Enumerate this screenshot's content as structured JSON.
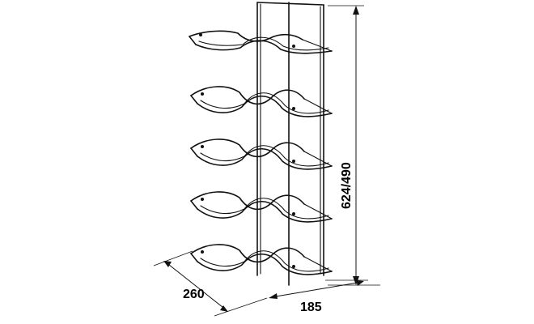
{
  "dimensions": {
    "height_label": "624/490",
    "depth_label": "260",
    "width_label": "185"
  },
  "product": {
    "shelf_count": 5,
    "colors": {
      "wire": "#111111",
      "background": "#ffffff"
    }
  }
}
